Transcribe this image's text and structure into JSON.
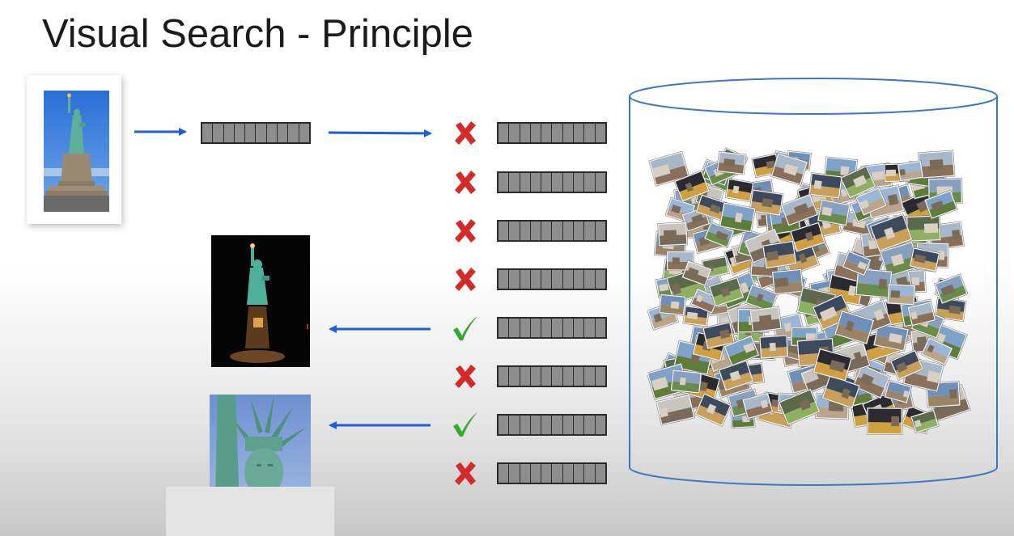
{
  "slide": {
    "title": "Visual Search - Principle"
  },
  "colors": {
    "arrow": "#1f5fd6",
    "cross": "#d12b2b",
    "check": "#3aa832",
    "vector_fill": "#8d8d8d",
    "database_outline": "#3b78c4"
  },
  "icons": {
    "cross": "x-mark-icon",
    "check": "check-mark-icon",
    "arrow": "arrow-icon",
    "database": "database-cylinder-icon"
  },
  "vector_cells": 10,
  "results": [
    "cross",
    "cross",
    "cross",
    "cross",
    "check",
    "cross",
    "check",
    "cross"
  ]
}
